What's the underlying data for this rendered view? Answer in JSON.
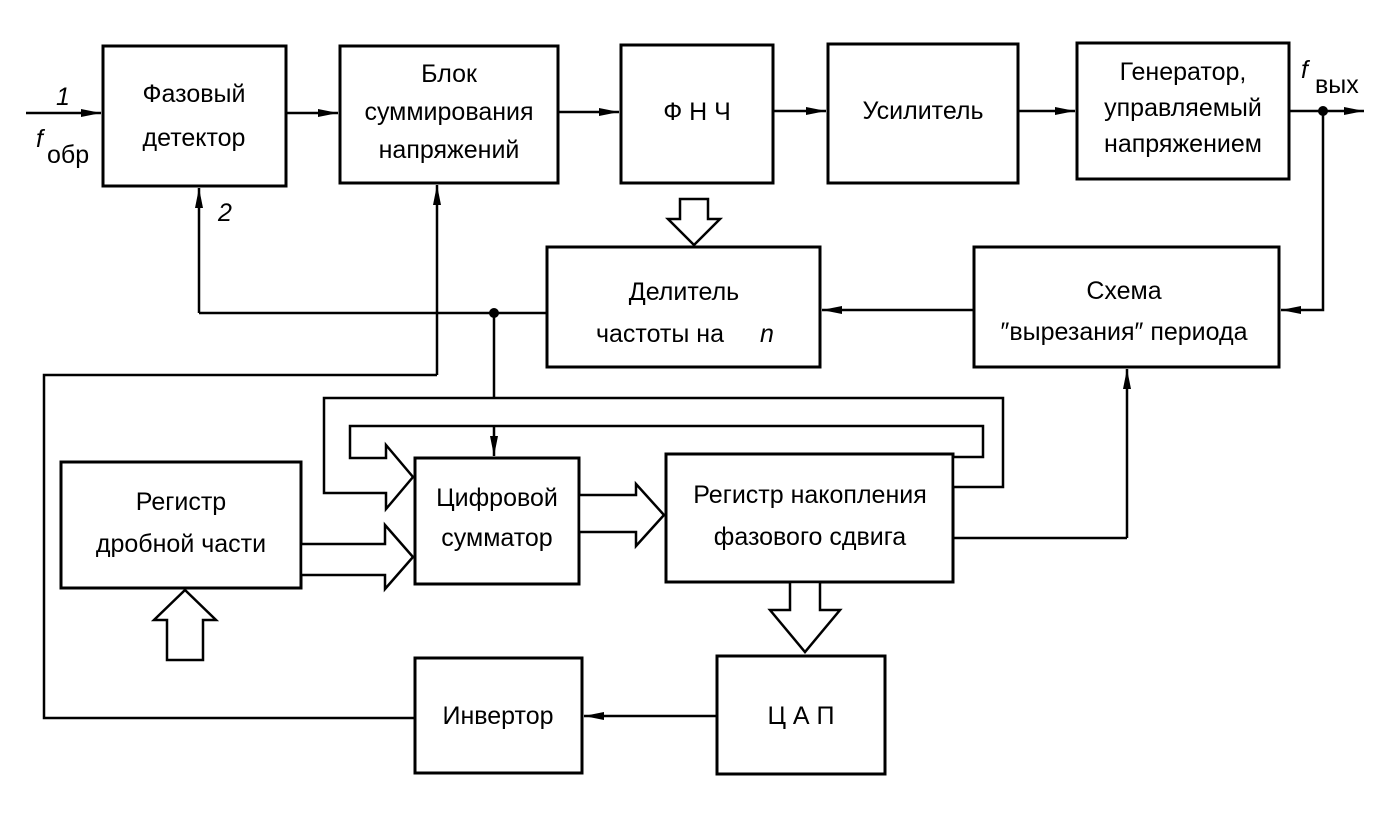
{
  "blocks": {
    "phase_detector": [
      "Фазовый",
      "детектор"
    ],
    "summing_block": [
      "Блок",
      "суммирования",
      "напряжений"
    ],
    "lpf": [
      "Ф Н Ч"
    ],
    "amplifier": [
      "Усилитель"
    ],
    "vco": [
      "Генератор,",
      "управляемый",
      "напряжением"
    ],
    "divider": [
      "Делитель",
      "частоты на"
    ],
    "divider_n": "n",
    "cutout": [
      "Схема",
      "″вырезания″ периода"
    ],
    "fraction_register": [
      "Регистр",
      "дробной части"
    ],
    "digital_adder": [
      "Цифровой",
      "сумматор"
    ],
    "phase_register": [
      "Регистр накопления",
      "фазового сдвига"
    ],
    "dac": [
      "Ц А П"
    ],
    "inverter": [
      "Инвертор"
    ]
  },
  "signals": {
    "input_num": "1",
    "feedback_num": "2",
    "f_symbol": "f",
    "in_sub": "обр",
    "out_sub": "вых"
  }
}
